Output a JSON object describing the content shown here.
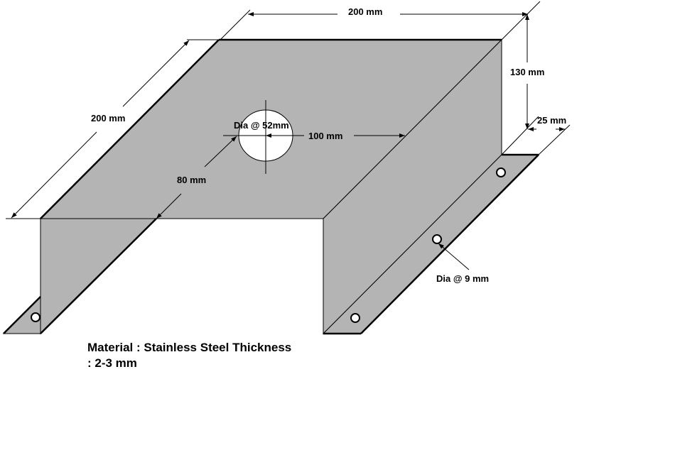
{
  "dimensions": {
    "top_width": "200 mm",
    "depth": "200 mm",
    "height": "130 mm",
    "flange": "25 mm",
    "hole_offset_x": "100 mm",
    "hole_offset_y": "80 mm",
    "hole_diameter": "Dia @ 52mm",
    "bolt_hole_diameter": "Dia @ 9 mm"
  },
  "note": {
    "line1": "Material : Stainless Steel Thickness",
    "line2": ": 2-3 mm"
  },
  "colors": {
    "steel": "#b4b4b4",
    "line": "#000000"
  }
}
